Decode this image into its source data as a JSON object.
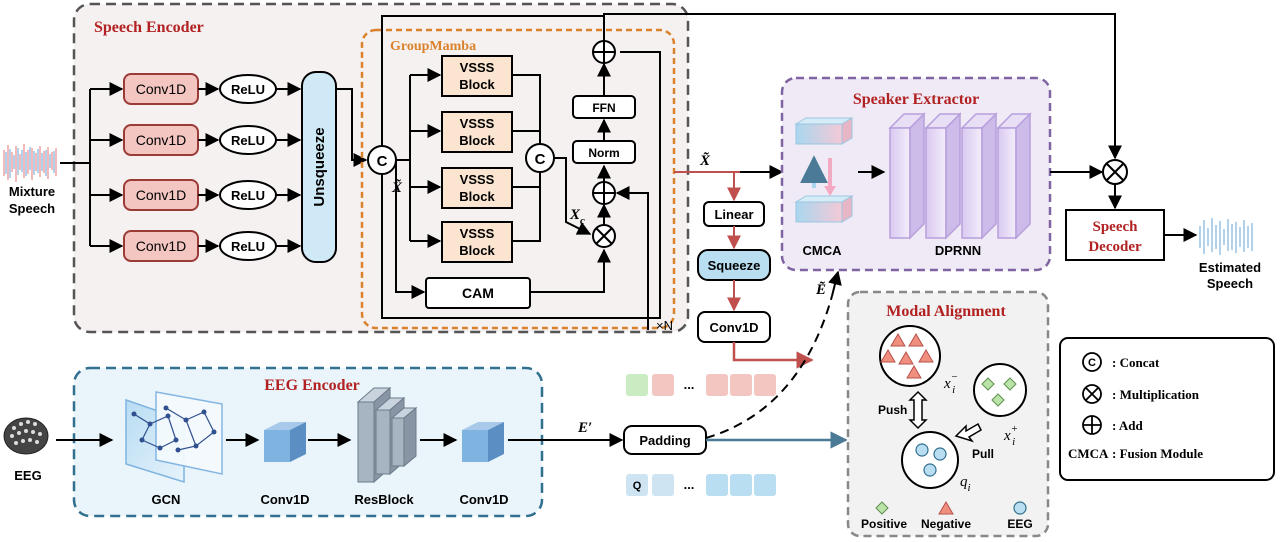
{
  "input": {
    "label_line1": "Mixture",
    "label_line2": "Speech"
  },
  "speech_encoder": {
    "title": "Speech Encoder",
    "conv_label": "Conv1D",
    "relu_label": "ReLU",
    "unsqueeze_label": "Unsqueeze",
    "concat_symbol": "C",
    "x_tilde": "X̃"
  },
  "group_mamba": {
    "title": "GroupMamba",
    "vsss_line1": "VSSS",
    "vsss_line2": "Block",
    "concat_symbol": "C",
    "cam_label": "CAM",
    "ffn_label": "FFN",
    "norm_label": "Norm",
    "xc_label": "X",
    "xc_sub": "c",
    "repeat_label": "×N"
  },
  "middle": {
    "x_tilde": "X̃",
    "linear_label": "Linear",
    "squeeze_label": "Squeeze",
    "conv_label": "Conv1D",
    "e_tilde": "Ẽ",
    "e_prime": "E′",
    "padding_label": "Padding",
    "ellipsis": "...",
    "q_label": "Q"
  },
  "speaker_extractor": {
    "title": "Speaker Extractor",
    "cmca_label": "CMCA",
    "dprnn_label": "DPRNN"
  },
  "decoder": {
    "label_line1": "Speech",
    "label_line2": "Decoder"
  },
  "output": {
    "label_line1": "Estimated",
    "label_line2": "Speech"
  },
  "eeg_encoder": {
    "title": "EEG Encoder",
    "eeg_label": "EEG",
    "gcn_label": "GCN",
    "conv1_label": "Conv1D",
    "resblock_label": "ResBlock",
    "conv2_label": "Conv1D"
  },
  "modal_alignment": {
    "title": "Modal Alignment",
    "push_label": "Push",
    "pull_label": "Pull",
    "x_neg": "x",
    "x_neg_sub": "i",
    "x_neg_sup": "−",
    "x_pos": "x",
    "x_pos_sub": "i",
    "x_pos_sup": "+",
    "q_label": "q",
    "q_sub": "i",
    "legend_positive": "Positive",
    "legend_negative": "Negative",
    "legend_eeg": "EEG"
  },
  "legend": {
    "concat_symbol": "C",
    "concat_label": ": Concat",
    "mult_label": ": Multiplication",
    "add_label": ": Add",
    "cmca_key": "CMCA",
    "cmca_label": ": Fusion Module"
  },
  "colors": {
    "conv_fill": "#f4c6c2",
    "conv_stroke": "#c0504d",
    "unsqueeze_fill": "#cfe9f6",
    "vsss_fill": "#fbe4d0",
    "speech_encoder_bg": "#f6f1f1",
    "group_mamba_stroke": "#d9822b",
    "speaker_bg": "#efeaf6",
    "speaker_stroke": "#8064a2",
    "eeg_bg": "#eaf4fb",
    "eeg_stroke": "#31708f",
    "title_red": "#b22222",
    "arrow_red": "#c0504d",
    "arrow_blue": "#4a7a96",
    "squeeze_fill": "#b9def1",
    "modal_bg": "#f2f2f2"
  }
}
